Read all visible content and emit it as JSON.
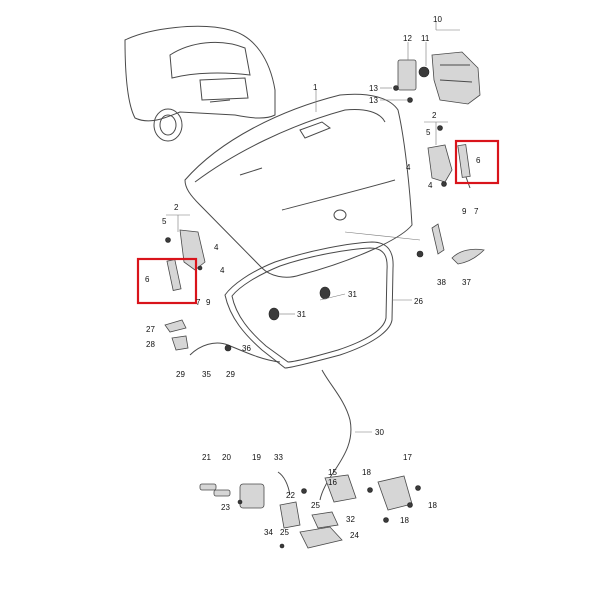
{
  "diagram": {
    "labels": {
      "l1": "1",
      "l2a": "2",
      "l2b": "2",
      "l4a": "4",
      "l4b": "4",
      "l4c": "4",
      "l4d": "4",
      "l5a": "5",
      "l5b": "5",
      "l6a": "6",
      "l6b": "6",
      "l7a": "7",
      "l7b": "7",
      "l9a": "9",
      "l9b": "9",
      "l10": "10",
      "l11": "11",
      "l12": "12",
      "l13a": "13",
      "l13b": "13",
      "l15": "15",
      "l16": "16",
      "l17": "17",
      "l18a": "18",
      "l18b": "18",
      "l18c": "18",
      "l19": "19",
      "l20": "20",
      "l21": "21",
      "l22": "22",
      "l23": "23",
      "l24": "24",
      "l25a": "25",
      "l25b": "25",
      "l26": "26",
      "l27": "27",
      "l28": "28",
      "l29a": "29",
      "l29b": "29",
      "l30": "30",
      "l31a": "31",
      "l31b": "31",
      "l32": "32",
      "l33": "33",
      "l34": "34",
      "l35": "35",
      "l36": "36",
      "l37": "37",
      "l38": "38"
    },
    "highlight_color": "#d9141b"
  }
}
